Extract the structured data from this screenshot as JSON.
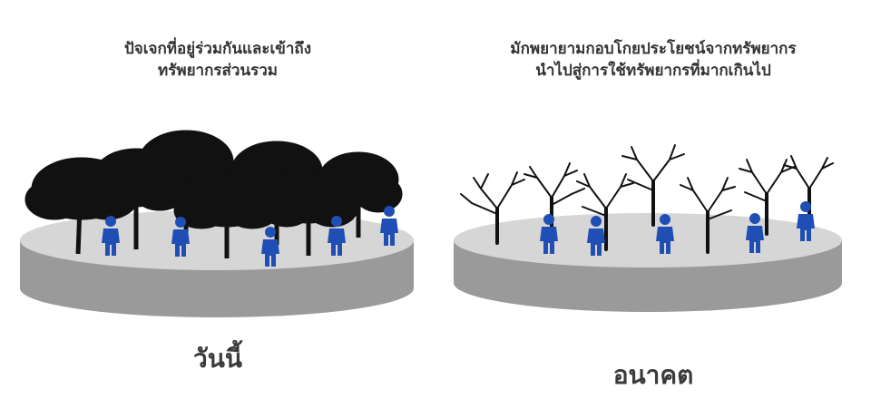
{
  "today": {
    "caption_line1": "ปัจเจกที่อยู่ร่วมกันและเข้าถึง",
    "caption_line2": "ทรัพยากรส่วนรวม",
    "label": "วันนี้"
  },
  "future": {
    "caption_line1": "มักพยายามกอบโกยประโยชน์จากทรัพยากร",
    "caption_line2": "นำไปสู่การใช้ทรัพยากรที่มากเกินไป",
    "label": "อนาคต"
  },
  "colors": {
    "person": "#1f4fb5",
    "platform_top": "#d6d6d6",
    "platform_side": "#9a9a9a",
    "tree": "#111111"
  }
}
